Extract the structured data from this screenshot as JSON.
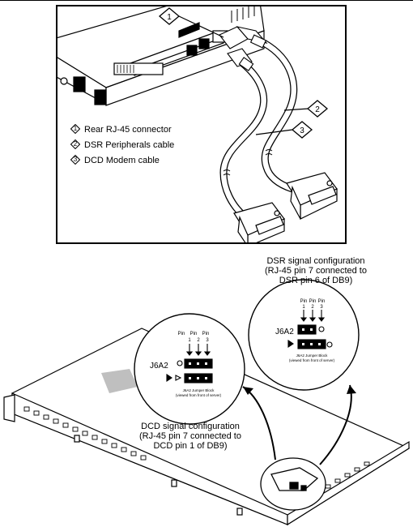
{
  "legend": [
    {
      "num": "1",
      "text": "Rear RJ-45 connector"
    },
    {
      "num": "2",
      "text": "DSR Peripherals cable"
    },
    {
      "num": "3",
      "text": "DCD Modem cable"
    }
  ],
  "callouts": {
    "one": "1",
    "two": "2",
    "three": "3"
  },
  "dsr": {
    "line1": "DSR signal configuration",
    "line2": "(RJ-45 pin 7 connected to",
    "line3": "DSR pin 6 of DB9)",
    "block_label": "J6A2",
    "pin_word": "Pin",
    "pins": [
      "1",
      "2",
      "3"
    ],
    "jumper_caption_1": "J6A2 Jumper Block",
    "jumper_caption_2": "(viewed from front of server)"
  },
  "dcd": {
    "line1": "DCD signal configuration",
    "line2": "(RJ-45 pin 7 connected to",
    "line3": "DCD pin 1 of DB9)",
    "block_label": "J6A2",
    "pin_word": "Pin",
    "pins": [
      "1",
      "2",
      "3"
    ],
    "jumper_caption_1": "J6A2 Jumper Block",
    "jumper_caption_2": "(viewed from front of server)"
  }
}
